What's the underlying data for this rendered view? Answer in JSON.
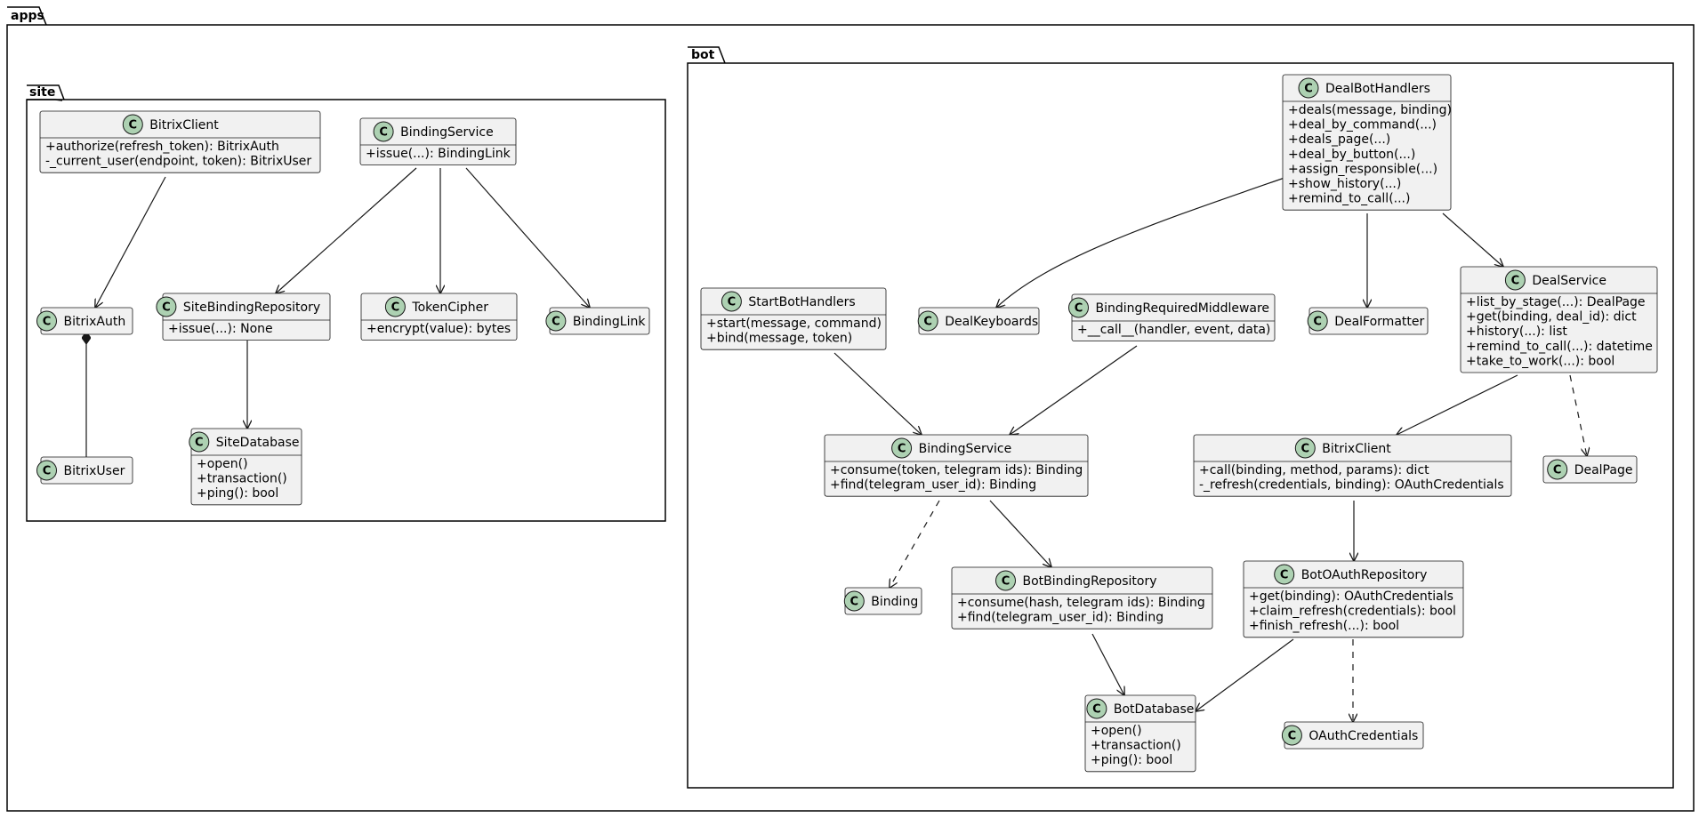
{
  "packages": [
    {
      "id": "pkg-apps",
      "label": "apps"
    },
    {
      "id": "pkg-site",
      "label": "site"
    },
    {
      "id": "pkg-bot",
      "label": "bot"
    }
  ],
  "classes": [
    {
      "id": "site-bitrix-client",
      "name": "BitrixClient",
      "members": [
        "+authorize(refresh_token): BitrixAuth",
        "-_current_user(endpoint, token): BitrixUser"
      ]
    },
    {
      "id": "site-binding-service",
      "name": "BindingService",
      "members": [
        "+issue(...): BindingLink"
      ]
    },
    {
      "id": "site-bitrix-auth",
      "name": "BitrixAuth",
      "members": []
    },
    {
      "id": "site-binding-repository",
      "name": "SiteBindingRepository",
      "members": [
        "+issue(...): None"
      ]
    },
    {
      "id": "site-token-cipher",
      "name": "TokenCipher",
      "members": [
        "+encrypt(value): bytes"
      ]
    },
    {
      "id": "site-binding-link",
      "name": "BindingLink",
      "members": []
    },
    {
      "id": "site-bitrix-user",
      "name": "BitrixUser",
      "members": []
    },
    {
      "id": "site-database",
      "name": "SiteDatabase",
      "members": [
        "+open()",
        "+transaction()",
        "+ping(): bool"
      ]
    },
    {
      "id": "bot-deal-bot-handlers",
      "name": "DealBotHandlers",
      "members": [
        "+deals(message, binding)",
        "+deal_by_command(...)",
        "+deals_page(...)",
        "+deal_by_button(...)",
        "+assign_responsible(...)",
        "+show_history(...)",
        "+remind_to_call(...)"
      ]
    },
    {
      "id": "bot-start-bot-handlers",
      "name": "StartBotHandlers",
      "members": [
        "+start(message, command)",
        "+bind(message, token)"
      ]
    },
    {
      "id": "bot-deal-keyboards",
      "name": "DealKeyboards",
      "members": []
    },
    {
      "id": "bot-binding-required-middleware",
      "name": "BindingRequiredMiddleware",
      "members": [
        "+__call__(handler, event, data)"
      ]
    },
    {
      "id": "bot-deal-formatter",
      "name": "DealFormatter",
      "members": []
    },
    {
      "id": "bot-deal-service",
      "name": "DealService",
      "members": [
        "+list_by_stage(...): DealPage",
        "+get(binding, deal_id): dict",
        "+history(...): list",
        "+remind_to_call(...): datetime",
        "+take_to_work(...): bool"
      ]
    },
    {
      "id": "bot-binding-service",
      "name": "BindingService",
      "members": [
        "+consume(token, telegram ids): Binding",
        "+find(telegram_user_id): Binding"
      ]
    },
    {
      "id": "bot-bitrix-client",
      "name": "BitrixClient",
      "members": [
        "+call(binding, method, params): dict",
        "-_refresh(credentials, binding): OAuthCredentials"
      ]
    },
    {
      "id": "bot-deal-page",
      "name": "DealPage",
      "members": []
    },
    {
      "id": "bot-binding",
      "name": "Binding",
      "members": []
    },
    {
      "id": "bot-binding-repository",
      "name": "BotBindingRepository",
      "members": [
        "+consume(hash, telegram ids): Binding",
        "+find(telegram_user_id): Binding"
      ]
    },
    {
      "id": "bot-oauth-repository",
      "name": "BotOAuthRepository",
      "members": [
        "+get(binding): OAuthCredentials",
        "+claim_refresh(credentials): bool",
        "+finish_refresh(...): bool"
      ]
    },
    {
      "id": "bot-database",
      "name": "BotDatabase",
      "members": [
        "+open()",
        "+transaction()",
        "+ping(): bool"
      ]
    },
    {
      "id": "bot-oauth-credentials",
      "name": "OAuthCredentials",
      "members": []
    }
  ],
  "relations": [
    {
      "from": "site-bitrix-client",
      "to": "site-bitrix-auth",
      "kind": "dependency"
    },
    {
      "from": "site-binding-service",
      "to": "site-binding-repository",
      "kind": "association"
    },
    {
      "from": "site-binding-service",
      "to": "site-token-cipher",
      "kind": "association"
    },
    {
      "from": "site-binding-service",
      "to": "site-binding-link",
      "kind": "dependency"
    },
    {
      "from": "site-bitrix-auth",
      "to": "site-bitrix-user",
      "kind": "composition"
    },
    {
      "from": "site-binding-repository",
      "to": "site-database",
      "kind": "association"
    },
    {
      "from": "bot-deal-bot-handlers",
      "to": "bot-deal-keyboards",
      "kind": "association"
    },
    {
      "from": "bot-deal-bot-handlers",
      "to": "bot-deal-formatter",
      "kind": "association"
    },
    {
      "from": "bot-deal-bot-handlers",
      "to": "bot-deal-service",
      "kind": "association"
    },
    {
      "from": "bot-start-bot-handlers",
      "to": "bot-binding-service",
      "kind": "association"
    },
    {
      "from": "bot-binding-required-middleware",
      "to": "bot-binding-service",
      "kind": "association"
    },
    {
      "from": "bot-deal-service",
      "to": "bot-bitrix-client",
      "kind": "association"
    },
    {
      "from": "bot-deal-service",
      "to": "bot-deal-page",
      "kind": "dependency"
    },
    {
      "from": "bot-binding-service",
      "to": "bot-binding",
      "kind": "dependency"
    },
    {
      "from": "bot-binding-service",
      "to": "bot-binding-repository",
      "kind": "association"
    },
    {
      "from": "bot-bitrix-client",
      "to": "bot-oauth-repository",
      "kind": "association"
    },
    {
      "from": "bot-binding-repository",
      "to": "bot-database",
      "kind": "association"
    },
    {
      "from": "bot-oauth-repository",
      "to": "bot-database",
      "kind": "association"
    },
    {
      "from": "bot-oauth-repository",
      "to": "bot-oauth-credentials",
      "kind": "dependency"
    }
  ]
}
